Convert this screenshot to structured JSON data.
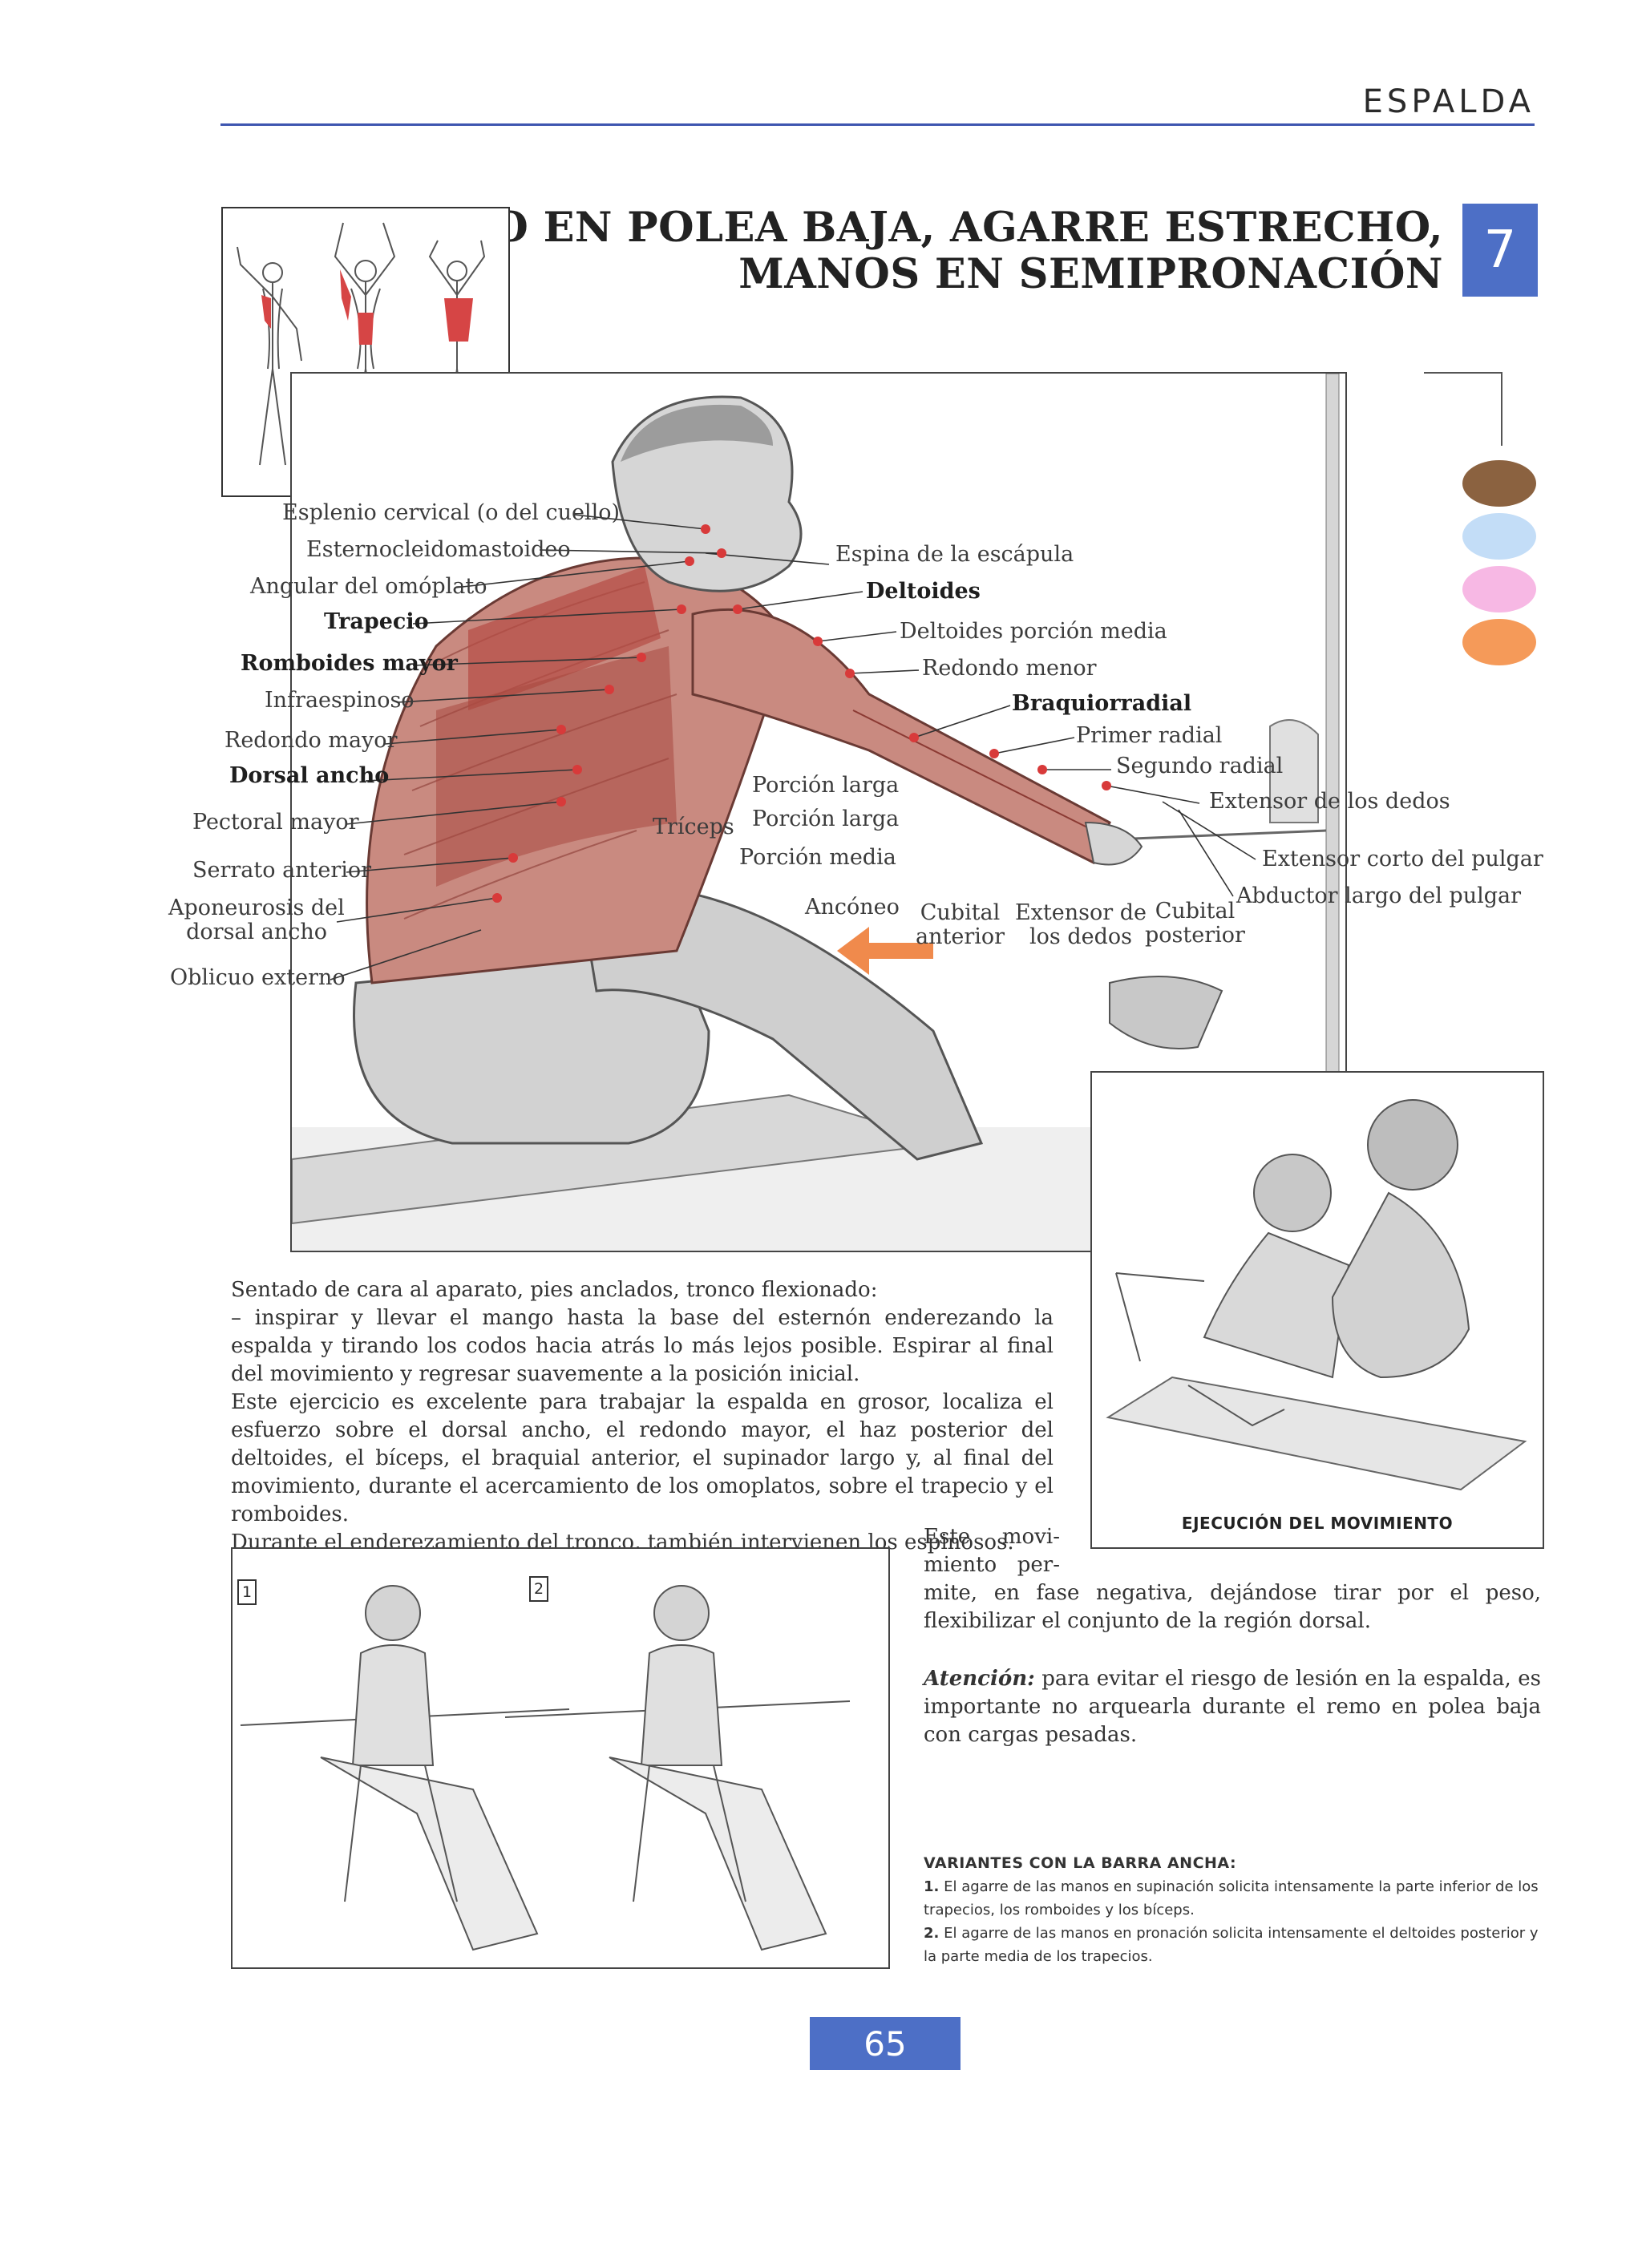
{
  "header": {
    "section": "ESPALDA"
  },
  "title": {
    "line1": "REMO EN POLEA BAJA, AGARRE ESTRECHO,",
    "line2": "MANOS EN SEMIPRONACIÓN",
    "number": "7"
  },
  "legend_colors": [
    "#8b6240",
    "#c3ddf7",
    "#f7b8e4",
    "#f59a59"
  ],
  "labels_left": {
    "l1": "Esplenio cervical (o del cuello)",
    "l2": "Esternocleidomastoideo",
    "l3": "Angular del omóplato",
    "l4": "Trapecio",
    "l5": "Romboides mayor",
    "l6": "Infraespinoso",
    "l7": "Redondo mayor",
    "l8": "Dorsal ancho",
    "l9": "Pectoral mayor",
    "l10": "Serrato anterior",
    "l11a": "Aponeurosis del",
    "l11b": "dorsal ancho",
    "l12": "Oblicuo externo"
  },
  "labels_right": {
    "r1": "Espina de la escápula",
    "r2": "Deltoides",
    "r3": "Deltoides porción media",
    "r4": "Redondo menor",
    "r5": "Braquiorradial",
    "r6": "Primer radial",
    "r7": "Segundo radial",
    "r8": "Extensor de los dedos",
    "r9": "Extensor corto del pulgar",
    "r10": "Abductor largo del pulgar"
  },
  "labels_center": {
    "c1": "Porción larga",
    "c2": "Porción larga",
    "c3": "Tríceps",
    "c4": "Porción media",
    "c5": "Ancóneo",
    "c6a": "Cubital",
    "c6b": "anterior",
    "c7a": "Extensor de",
    "c7b": "los dedos",
    "c8a": "Cubital",
    "c8b": "posterior"
  },
  "exec_caption": "EJECUCIÓN DEL MOVIMIENTO",
  "body": {
    "p1": "Sentado de cara al aparato, pies anclados, tronco flexionado:",
    "p2": "– inspirar y llevar el mango hasta la base del esternón enderezando la espalda y tirando los codos hacia atrás lo más lejos posible. Espirar al final del movimiento y regresar suavemente a la posición inicial.",
    "p3": "Este ejercicio es excelente para trabajar la espalda en grosor, localiza el esfuerzo sobre el dorsal ancho, el redondo mayor, el haz posterior del deltoides, el bíceps, el braquial anterior, el supinador largo y, al final del movimiento, durante el acercamiento de los omoplatos, sobre el trapecio y el romboides.",
    "p4": "Durante el enderezamiento del tronco, también intervienen los espinosos.",
    "p5a": "Este movi-",
    "p5b": "miento per-",
    "p5c": "mite, en fase negativa, dejándose tirar por el peso, flexibilizar el conjunto de la región dorsal."
  },
  "atencion": {
    "label": "Atención:",
    "text": " para evitar el riesgo de lesión en la espalda, es importante no arquearla durante el remo en polea baja con cargas pesadas."
  },
  "variants": {
    "box_nums": [
      "1",
      "2"
    ],
    "title": "VARIANTES CON LA BARRA ANCHA:",
    "i1_num": "1.",
    "i1": " El agarre de las manos en supinación solicita intensamente la parte inferior de los trapecios, los romboides y los bíceps.",
    "i2_num": "2.",
    "i2": " El agarre de las manos en pronación solicita intensamente el deltoides posterior y la parte media de los trapecios."
  },
  "page_number": "65"
}
